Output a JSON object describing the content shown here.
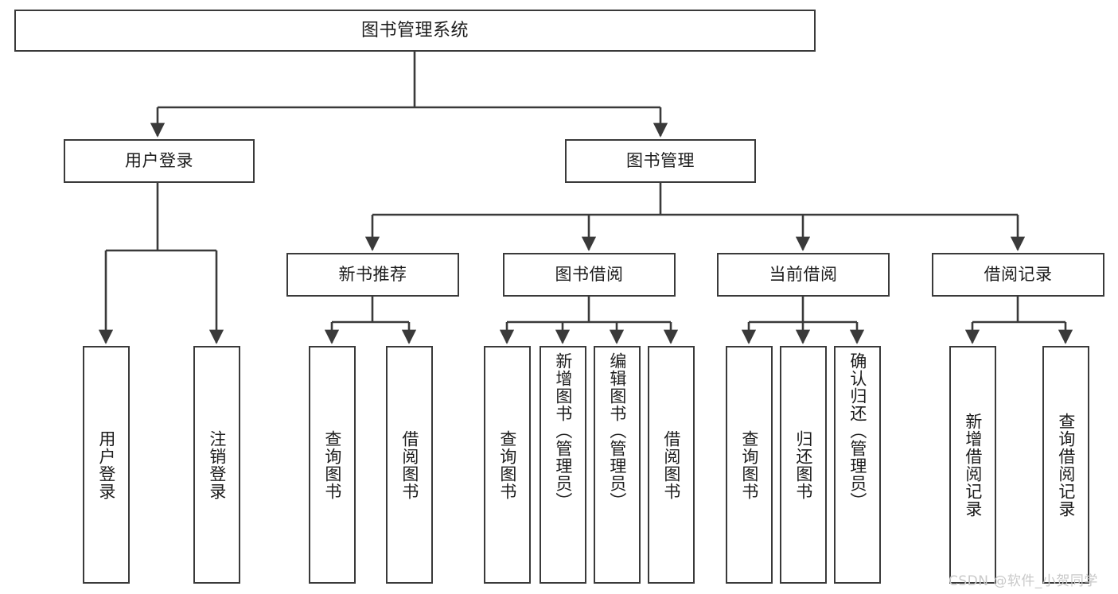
{
  "diagram": {
    "title": "图书管理系统",
    "type": "tree",
    "background": "#ffffff",
    "line_color": "#3a3a3a",
    "text_color": "#1c1c1c"
  },
  "root": {
    "label": "图书管理系统"
  },
  "level2": [
    {
      "label": "用户登录"
    },
    {
      "label": "图书管理"
    }
  ],
  "level3": [
    {
      "label": "新书推荐"
    },
    {
      "label": "图书借阅"
    },
    {
      "label": "当前借阅"
    },
    {
      "label": "借阅记录"
    }
  ],
  "leaves": {
    "user_login": [
      {
        "label": "用户登录"
      },
      {
        "label": "注销登录"
      }
    ],
    "new_book": [
      {
        "label": "查询图书"
      },
      {
        "label": "借阅图书"
      }
    ],
    "book_borrow": [
      {
        "label": "查询图书"
      },
      {
        "label": "新增图书（管理员）"
      },
      {
        "label": "编辑图书（管理员）"
      },
      {
        "label": "借阅图书"
      }
    ],
    "current_borrow": [
      {
        "label": "查询图书"
      },
      {
        "label": "归还图书"
      },
      {
        "label": "确认归还（管理员）"
      }
    ],
    "borrow_record": [
      {
        "label": "新增借阅记录"
      },
      {
        "label": "查询借阅记录"
      }
    ]
  },
  "watermark": {
    "text": "CSDN @软件_小贺同学"
  }
}
